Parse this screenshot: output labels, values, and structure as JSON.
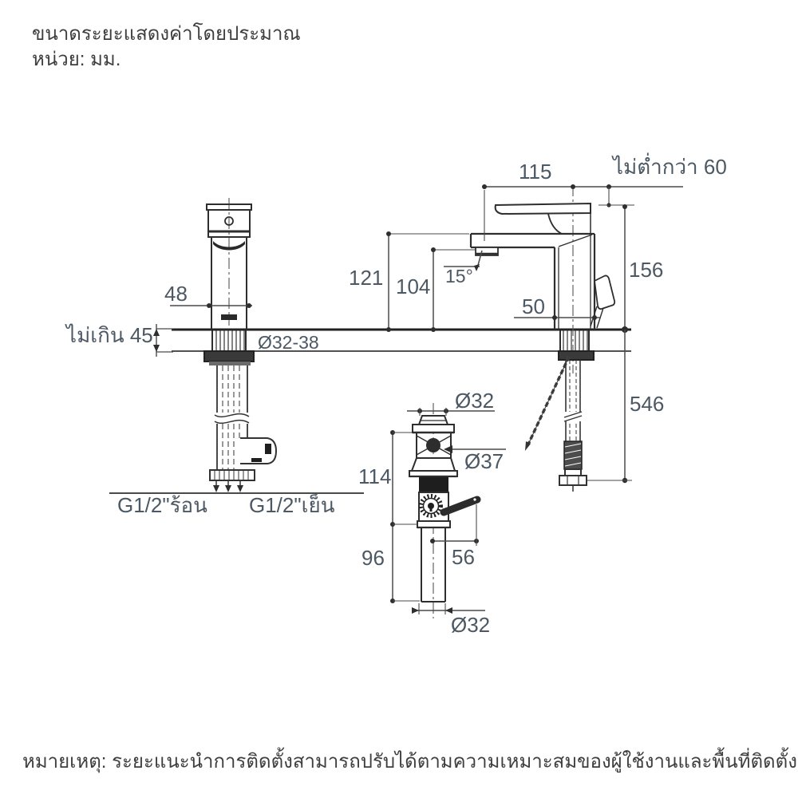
{
  "header": {
    "approx_note": "ขนาดระยะแสดงค่าโดยประมาณ",
    "unit_note": "หน่วย: มม."
  },
  "footer": {
    "note": "หมายเหตุ: ระยะแนะนำการติดตั้งสามารถปรับได้ตามความเหมาะสมของผู้ใช้งานและพื้นที่ติดตั้ง"
  },
  "labels": {
    "spout_reach": "115",
    "min_clearance": "ไม่ต่ำกว่า 60",
    "spout_top_height": "121",
    "outlet_height": "104",
    "stream_angle": "15°",
    "body_depth": "50",
    "faucet_height": "156",
    "body_width": "48",
    "max_counter_thickness": "ไม่เกิน 45",
    "mounting_hole": "Ø32-38",
    "supply_hose_length": "546",
    "drain_cap_diameter": "Ø32",
    "drain_flange_diameter": "Ø37",
    "drain_upper_height": "114",
    "drain_lower_height": "96",
    "drain_lever_reach": "56",
    "tailpipe_diameter": "Ø32",
    "hot_supply": "G1/2\"ร้อน",
    "cold_supply": "G1/2\"เย็น"
  },
  "colors": {
    "dimension_text": "#4c5863",
    "note_text": "#3e3e3e",
    "line": "#333333"
  }
}
